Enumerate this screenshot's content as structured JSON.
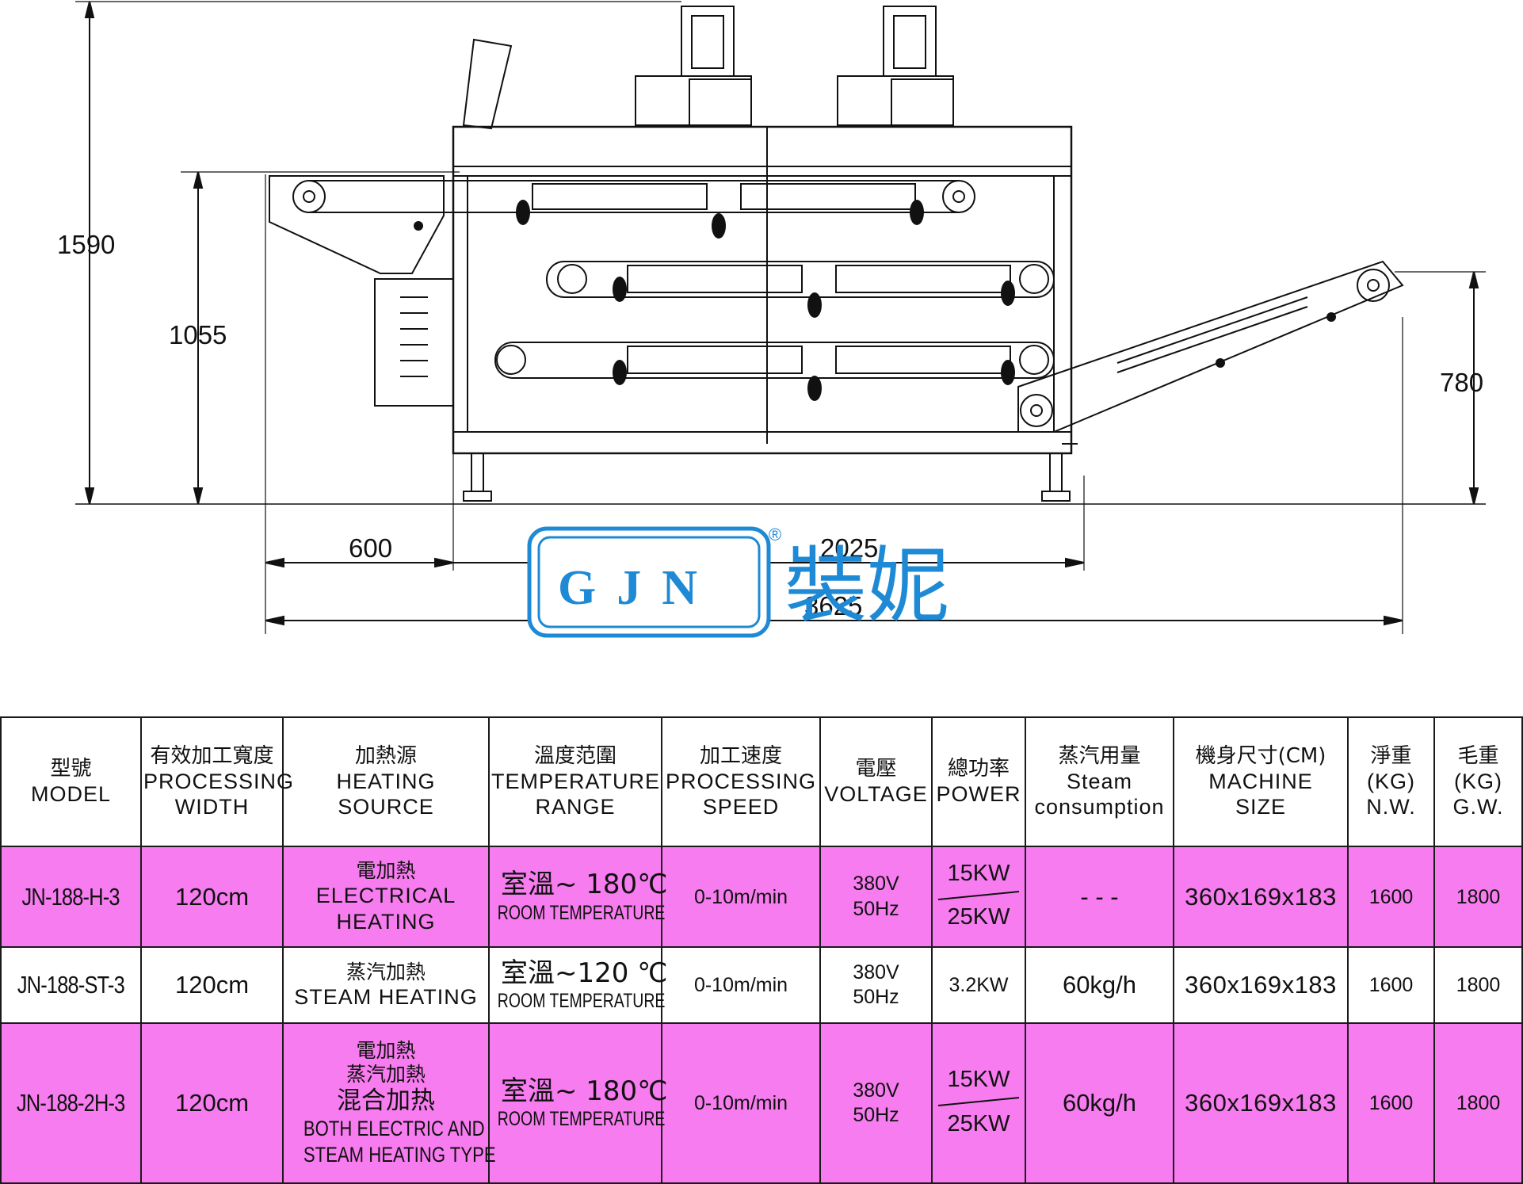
{
  "drawing": {
    "dimensions": {
      "overall_height": "1590",
      "frame_height": "1055",
      "discharge_height": "780",
      "infeed_length": "600",
      "body_length": "2025",
      "total_length": "3625"
    },
    "logo": {
      "latin": "GJN",
      "cjk": "裝妮",
      "registered": "®"
    }
  },
  "table": {
    "headers": [
      {
        "cn": "型號",
        "en": [
          "MODEL"
        ]
      },
      {
        "cn": "有效加工寬度",
        "en": [
          "PROCESSING",
          "WIDTH"
        ]
      },
      {
        "cn": "加熱源",
        "en": [
          "HEATING SOURCE"
        ]
      },
      {
        "cn": "溫度范圍",
        "en": [
          "TEMPERATURE",
          "RANGE"
        ]
      },
      {
        "cn": "加工速度",
        "en": [
          "PROCESSING",
          "SPEED"
        ]
      },
      {
        "cn": "電壓",
        "en": [
          "VOLTAGE"
        ]
      },
      {
        "cn": "總功率",
        "en": [
          "POWER"
        ]
      },
      {
        "cn": "蒸汽用量",
        "en": [
          "Steam",
          "consumption"
        ]
      },
      {
        "cn": "機身尺寸(CM)",
        "en": [
          "MACHINE",
          "SIZE"
        ]
      },
      {
        "cn": "淨重",
        "en": [
          "(KG)",
          "N.W."
        ]
      },
      {
        "cn": "毛重",
        "en": [
          "(KG)",
          "G.W."
        ]
      }
    ],
    "rows": [
      {
        "model": "JN-188-H-3",
        "width": "120cm",
        "heating": [
          "電加熱",
          "ELECTRICAL",
          "HEATING"
        ],
        "temp_cn": "室溫~ 180℃",
        "temp_en": "ROOM TEMPERATURE",
        "speed": "0-10m/min",
        "voltage": [
          "380V",
          "50Hz"
        ],
        "power": [
          "15KW",
          "25KW"
        ],
        "steam": "- - -",
        "size": "360x169x183",
        "nw": "1600",
        "gw": "1800",
        "highlight": "#f77cef"
      },
      {
        "model": "JN-188-ST-3",
        "width": "120cm",
        "heating": [
          "蒸汽加熱",
          "STEAM HEATING"
        ],
        "temp_cn": "室溫~120 ℃",
        "temp_en": "ROOM TEMPERATURE",
        "speed": "0-10m/min",
        "voltage": [
          "380V",
          "50Hz"
        ],
        "power": [
          "3.2KW"
        ],
        "steam": "60kg/h",
        "size": "360x169x183",
        "nw": "1600",
        "gw": "1800"
      },
      {
        "model": "JN-188-2H-3",
        "width": "120cm",
        "heating": [
          "電加熱",
          "蒸汽加熱",
          "混合加热",
          "BOTH ELECTRIC AND",
          "STEAM HEATING TYPE"
        ],
        "temp_cn": "室溫~ 180℃",
        "temp_en": "ROOM TEMPERATURE",
        "speed": "0-10m/min",
        "voltage": [
          "380V",
          "50Hz"
        ],
        "power": [
          "15KW",
          "25KW"
        ],
        "steam": "60kg/h",
        "size": "360x169x183",
        "nw": "1600",
        "gw": "1800",
        "highlight": "#f77cef"
      }
    ]
  }
}
